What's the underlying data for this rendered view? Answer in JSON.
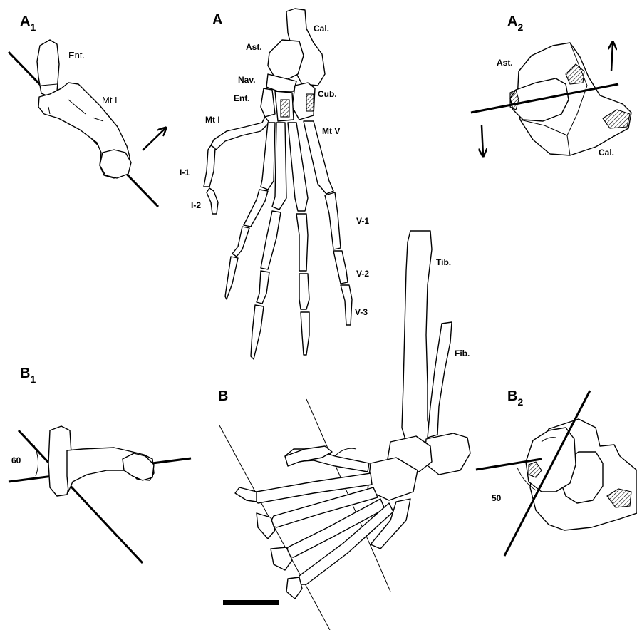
{
  "panels": {
    "A": {
      "letter": "A",
      "sub": ""
    },
    "A1": {
      "letter": "A",
      "sub": "1"
    },
    "A2": {
      "letter": "A",
      "sub": "2"
    },
    "B": {
      "letter": "B",
      "sub": ""
    },
    "B1": {
      "letter": "B",
      "sub": "1"
    },
    "B2": {
      "letter": "B",
      "sub": "2"
    }
  },
  "labels": {
    "ent_a1": "Ent.",
    "mt1_a1": "Mt I",
    "cal": "Cal.",
    "ast": "Ast.",
    "nav": "Nav.",
    "ent": "Ent.",
    "cub": "Cub.",
    "mt1": "Mt I",
    "mt5": "Mt V",
    "i1": "I-1",
    "i2": "I-2",
    "v1": "V-1",
    "v2": "V-2",
    "v3": "V-3",
    "ast_a2": "Ast.",
    "cal_a2": "Cal.",
    "tib": "Tib.",
    "fib": "Fib.",
    "angle_b1": "60",
    "angle_b2": "50"
  },
  "colors": {
    "ink": "#000000",
    "paper": "#ffffff"
  },
  "icons": {
    "direction_arrow": "arrow-icon",
    "scale_bar": "scale-bar"
  }
}
